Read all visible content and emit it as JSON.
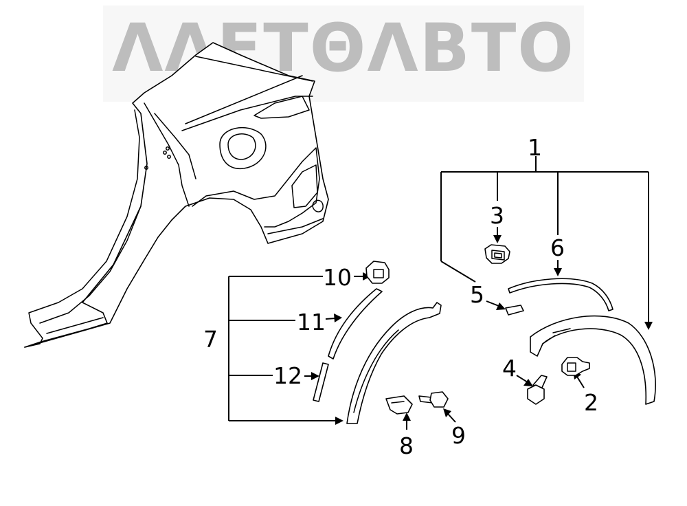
{
  "watermark": {
    "text": "ΛΛΕΤΘΛΒΤΟ"
  },
  "callouts": {
    "c1": "1",
    "c2": "2",
    "c3": "3",
    "c4": "4",
    "c5": "5",
    "c6": "6",
    "c7": "7",
    "c8": "8",
    "c9": "9",
    "c10": "10",
    "c11": "11",
    "c12": "12"
  }
}
